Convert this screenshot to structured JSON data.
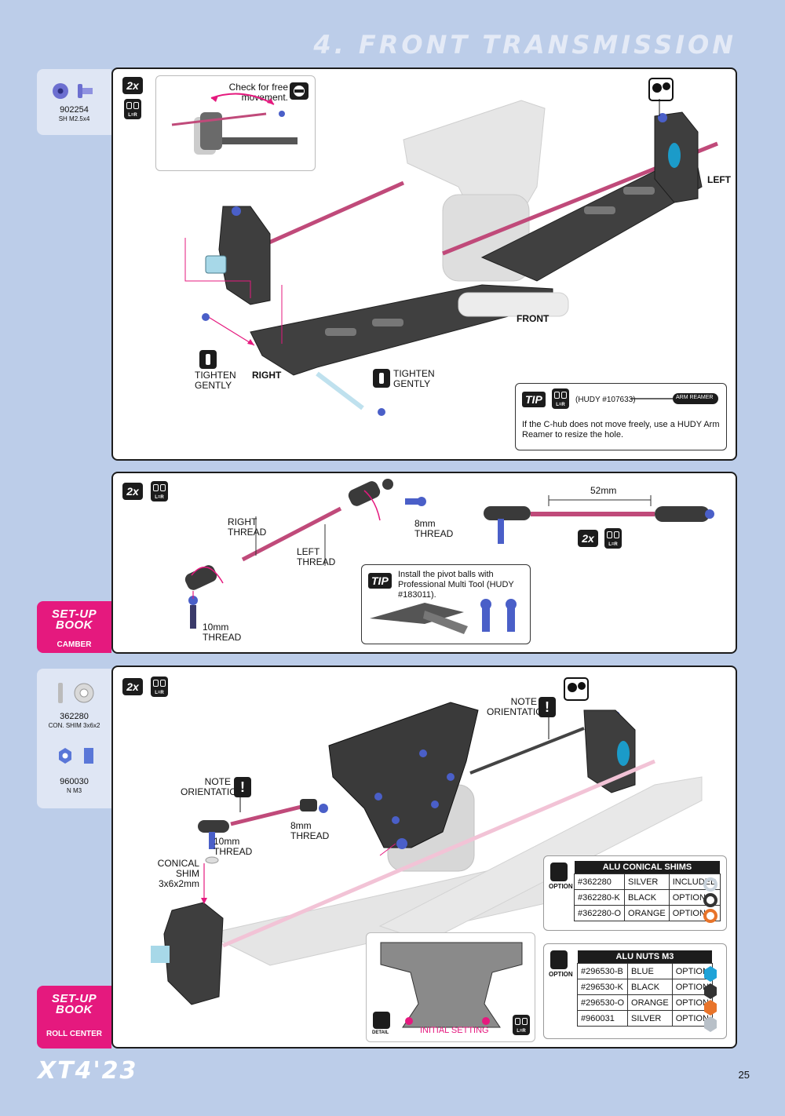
{
  "header": {
    "title": "4. FRONT TRANSMISSION"
  },
  "parts": [
    {
      "number": "902254",
      "desc": "SH M2.5x4"
    },
    {
      "number": "362280",
      "desc": "CON. SHIM 3x6x2"
    },
    {
      "number": "960030",
      "desc": "N M3"
    }
  ],
  "badges": {
    "qty": "2x",
    "lr": "L=R",
    "tip": "TIP",
    "option": "OPTION",
    "detail": "DETAIL"
  },
  "step1": {
    "check_note": "Check for free movement.",
    "left": "LEFT",
    "front": "FRONT",
    "right": "RIGHT",
    "tighten_left": "TIGHTEN GENTLY",
    "tighten_right": "TIGHTEN GENTLY",
    "tip_ref": "(HUDY #107633)",
    "tip_tool": "ARM REAMER",
    "tip_text": "If the C-hub does not move freely, use a HUDY Arm Reamer to resize the hole."
  },
  "step2": {
    "right_thread": "RIGHT THREAD",
    "left_thread": "LEFT THREAD",
    "thread_8": "8mm THREAD",
    "thread_10": "10mm THREAD",
    "dimension": "52mm",
    "tip_text": "Install the pivot balls with Professional Multi Tool (HUDY #183011)."
  },
  "step3": {
    "note_orientation_1": "NOTE ORIENTATION",
    "note_orientation_2": "NOTE ORIENTATION",
    "thread_8": "8mm THREAD",
    "thread_10": "10mm THREAD",
    "conical_shim": "CONICAL SHIM 3x6x2mm",
    "initial_setting": "INITIAL SETTING"
  },
  "setup_book": [
    {
      "title": "SET-UP BOOK",
      "topic": "CAMBER"
    },
    {
      "title": "SET-UP BOOK",
      "topic": "ROLL CENTER"
    }
  ],
  "shims_table": {
    "title": "ALU CONICAL SHIMS",
    "rows": [
      {
        "part": "#362280",
        "color": "SILVER",
        "status": "INCLUDED"
      },
      {
        "part": "#362280-K",
        "color": "BLACK",
        "status": "OPTION"
      },
      {
        "part": "#362280-O",
        "color": "ORANGE",
        "status": "OPTION"
      }
    ],
    "swatches": [
      "#c9d3dc",
      "#333333",
      "#e8742a"
    ]
  },
  "nuts_table": {
    "title": "ALU NUTS M3",
    "rows": [
      {
        "part": "#296530-B",
        "color": "BLUE",
        "status": "OPTION"
      },
      {
        "part": "#296530-K",
        "color": "BLACK",
        "status": "OPTION"
      },
      {
        "part": "#296530-O",
        "color": "ORANGE",
        "status": "OPTION"
      },
      {
        "part": "#960031",
        "color": "SILVER",
        "status": "OPTION"
      }
    ],
    "swatches": [
      "#1fa3d8",
      "#333333",
      "#e8742a",
      "#b8c0c8"
    ]
  },
  "footer": {
    "model": "XT4'23",
    "page": "25"
  },
  "colors": {
    "accent": "#e5197e",
    "background": "#bccde9",
    "rod": "#c04a7a",
    "blue_hardware": "#4a5fc8"
  }
}
